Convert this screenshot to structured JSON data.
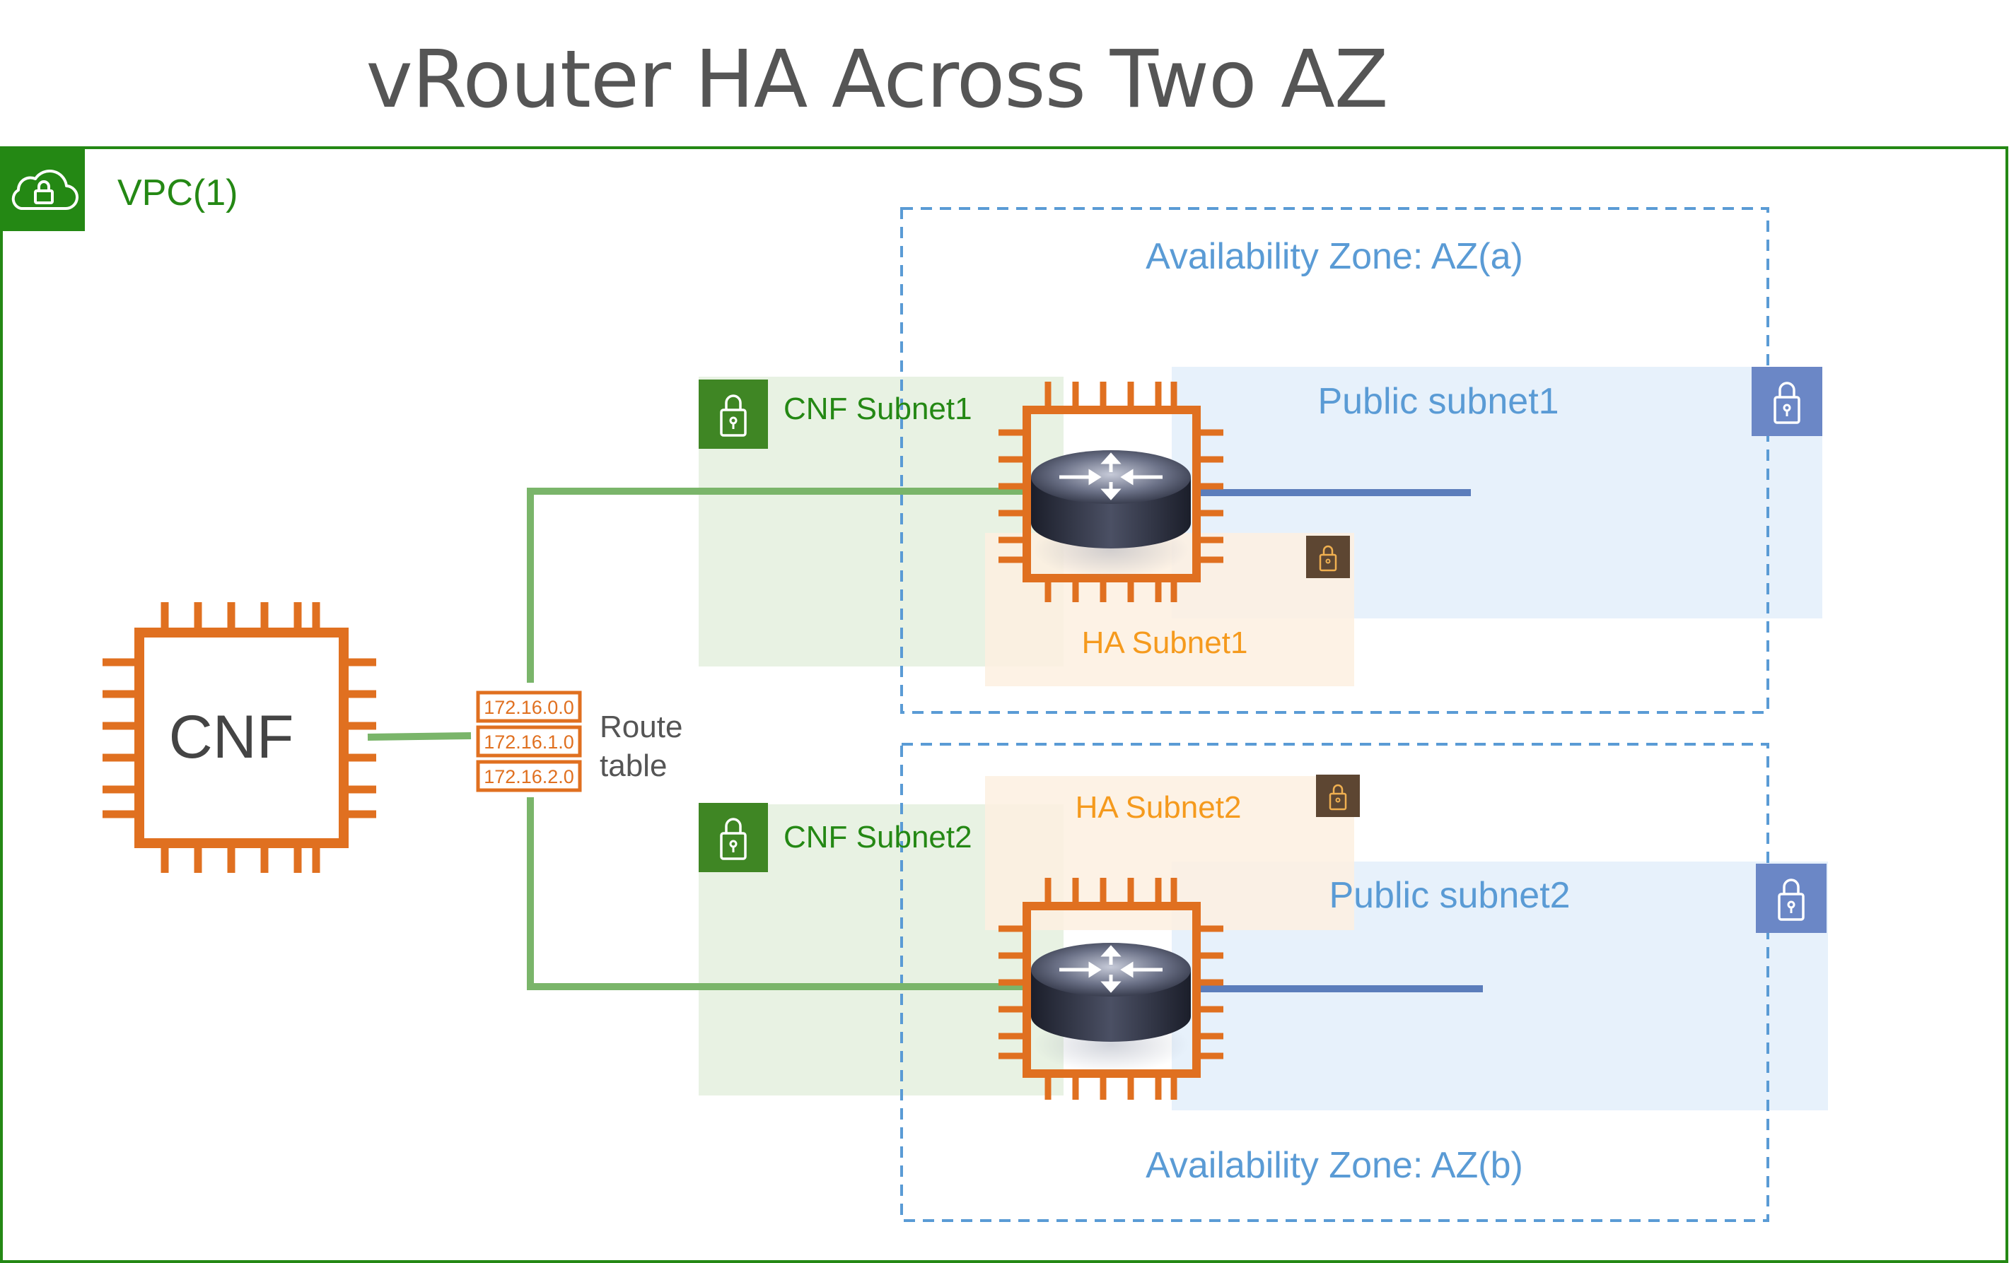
{
  "title": "vRouter HA Across Two AZ",
  "vpc": {
    "label": "VPC(1)"
  },
  "zones": [
    {
      "label": "Availability Zone: AZ(a)"
    },
    {
      "label": "Availability Zone: AZ(b)"
    }
  ],
  "subnets": {
    "cnf1": "CNF Subnet1",
    "cnf2": "CNF Subnet2",
    "ha1": "HA Subnet1",
    "ha2": "HA Subnet2",
    "public1": "Public subnet1",
    "public2": "Public subnet2"
  },
  "cnf": {
    "label": "CNF"
  },
  "route_table": {
    "entries": [
      "172.16.0.0",
      "172.16.1.0",
      "172.16.2.0"
    ],
    "label_line1": "Route",
    "label_line2": "table"
  },
  "icons": {
    "vpc": "cloud-lock-icon",
    "subnet": "padlock-icon",
    "instance": "ec2-chip-icon",
    "router": "router-icon"
  },
  "colors": {
    "vpc": "#248814",
    "az": "#5a9bd5",
    "cnf_subnet": "#e8f2e3",
    "cnf_subnet_icon": "#3f8624",
    "public_subnet": "#e6f0fb",
    "public_subnet_icon": "#6b87c6",
    "ha_subnet": "#fdf0e0",
    "ha_subnet_icon": "#5d4632",
    "ha_text": "#f59a1d",
    "chip": "#e07020",
    "link_green": "#7ab56a",
    "link_blue": "#5b7dbb"
  }
}
